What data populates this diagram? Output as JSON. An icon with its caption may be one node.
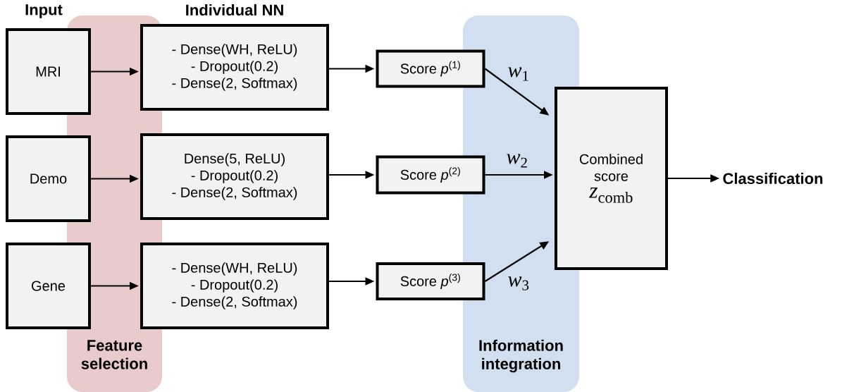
{
  "diagram": {
    "nodes": [
      {
        "text": [
          "MRI"
        ]
      },
      {
        "text": [
          "Demo"
        ]
      },
      {
        "text": [
          "Gene"
        ]
      },
      {
        "text": [
          "- Dense(WH, ReLU)",
          "- Dropout(0.2)",
          "- Dense(2, Softmax)"
        ]
      },
      {
        "text": [
          "Dense(5, ReLU)",
          "- Dropout(0.2)",
          "- Dense(2, Softmax)"
        ]
      },
      {
        "text": [
          "- Dense(WH, ReLU)",
          "- Dropout(0.2)",
          "- Dense(2, Softmax)"
        ]
      },
      {
        "text": [
          "Score *p*$^{(1)}$"
        ]
      },
      {
        "text": [
          "Score *p*$^{(2)}$"
        ]
      },
      {
        "text": [
          "Score *p*$^{(3)}$"
        ]
      },
      {
        "text": [
          "Combined score",
          "*z*$_{comb}$"
        ]
      },
      {
        "text": [
          "Classification"
        ]
      }
    ],
    "edges": [
      {
        "from": 0,
        "to": 3,
        "arrow": "to"
      },
      {
        "from": 1,
        "to": 4,
        "arrow": "to"
      },
      {
        "from": 2,
        "to": 5,
        "arrow": "to"
      },
      {
        "from": 3,
        "to": 6,
        "arrow": "to"
      },
      {
        "from": 4,
        "to": 7,
        "arrow": "to"
      },
      {
        "from": 5,
        "to": 8,
        "arrow": "to"
      },
      {
        "from": 6,
        "to": 9,
        "arrow": "to",
        "label": "*w*$_{1}$"
      },
      {
        "from": 7,
        "to": 9,
        "arrow": "to",
        "label": "*w*$_{2}$"
      },
      {
        "from": 8,
        "to": 9,
        "arrow": "to",
        "label": "*w*$_{3}$"
      },
      {
        "from": 9,
        "to": 10,
        "arrow": "to"
      }
    ],
    "labels": [
      "Input",
      "Individual NN",
      "Feature selection",
      "Information integration"
    ]
  }
}
